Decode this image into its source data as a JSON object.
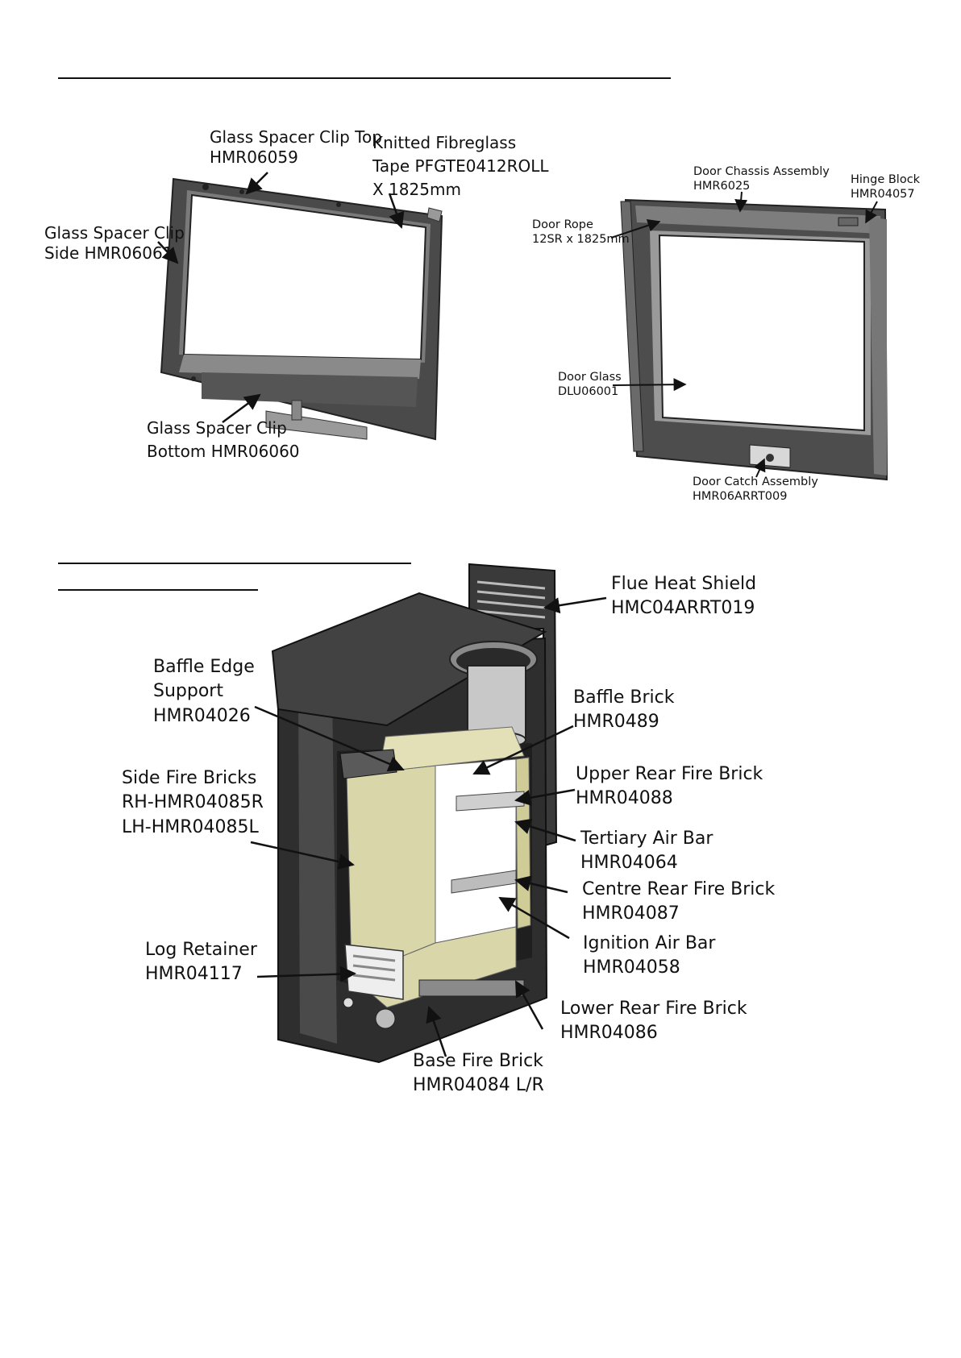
{
  "door_interior": {
    "labels": {
      "spacer_top": "Glass Spacer Clip Top\nHMR06059",
      "fibreglass_tape": "Knitted Fibreglass\nTape PFGTE0412ROLL\nX 1825mm",
      "spacer_side": "Glass Spacer Clip\nSide HMR06061",
      "spacer_bottom": "Glass Spacer Clip\nBottom HMR06060"
    }
  },
  "door_exterior": {
    "labels": {
      "door_chassis": "Door Chassis Assembly\nHMR6025",
      "hinge_block": "Hinge Block\nHMR04057",
      "door_rope": "Door Rope\n12SR x 1825mm",
      "door_glass": "Door Glass\nDLU06001",
      "door_catch": "Door Catch Assembly\nHMR06ARRT009"
    }
  },
  "stove": {
    "labels": {
      "flue_heat_shield": "Flue Heat Shield\nHMC04ARRT019",
      "baffle_edge_support": "Baffle Edge\nSupport\nHMR04026",
      "baffle_brick": "Baffle Brick\nHMR0489",
      "side_fire_bricks": "Side Fire Bricks\nRH-HMR04085R\nLH-HMR04085L",
      "upper_rear_fire_brick": "Upper Rear Fire Brick\nHMR04088",
      "tertiary_air_bar": "Tertiary Air Bar\nHMR04064",
      "centre_rear_fire_brick": "Centre Rear Fire Brick\nHMR04087",
      "ignition_air_bar": "Ignition Air Bar\nHMR04058",
      "log_retainer": "Log Retainer\nHMR04117",
      "lower_rear_fire_brick": "Lower Rear Fire Brick\nHMR04086",
      "base_fire_brick": "Base Fire Brick\nHMR04084 L/R"
    }
  },
  "colors": {
    "steel_dark": "#3a3a3a",
    "steel_mid": "#6b6b6b",
    "steel_light": "#a8a8a8",
    "firebrick": "#d9d6aa",
    "firebrick_shade": "#c7c38f"
  }
}
